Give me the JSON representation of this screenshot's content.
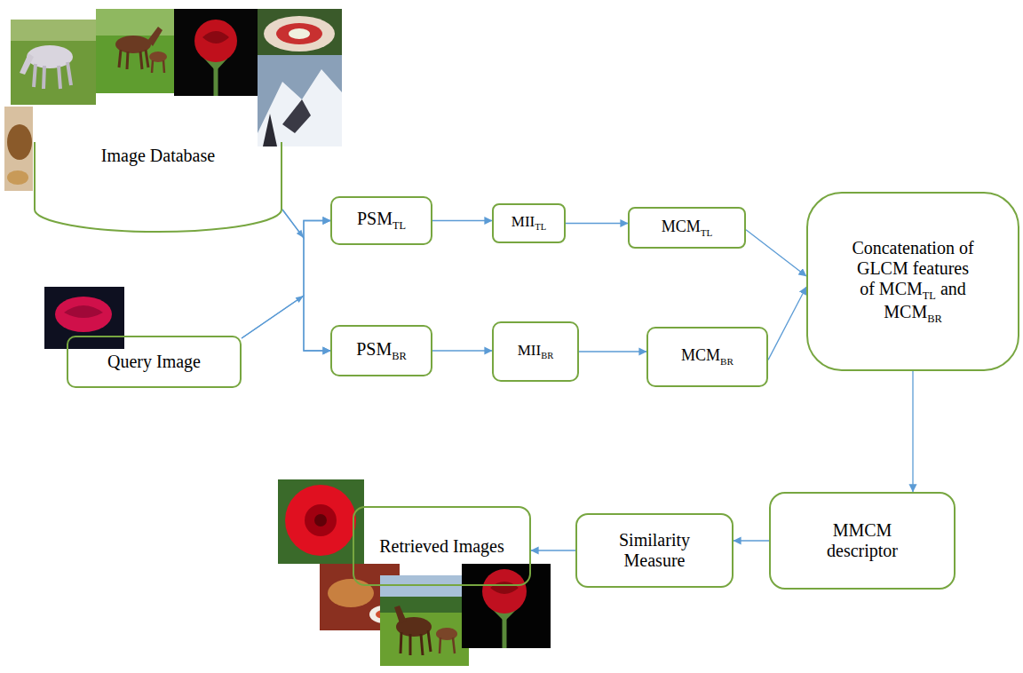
{
  "diagram": {
    "nodes": [
      {
        "text": [
          "Image Database"
        ]
      },
      {
        "text": [
          "PSMTL"
        ]
      },
      {
        "text": [
          "MIITL"
        ]
      },
      {
        "text": [
          "MCMTL"
        ]
      },
      {
        "text": [
          "Concatenation of GLCM features of MCMTL and MCMBR"
        ]
      },
      {
        "text": [
          "Query Image"
        ]
      },
      {
        "text": [
          "PSMBR"
        ]
      },
      {
        "text": [
          "MIIBR"
        ]
      },
      {
        "text": [
          "MCMBR"
        ]
      },
      {
        "text": [
          "MMCM descriptor"
        ]
      },
      {
        "text": [
          "Similarity Measure"
        ]
      },
      {
        "text": [
          "Retrieved Images"
        ]
      }
    ],
    "edges": [
      {
        "from": 0,
        "to": 1,
        "arrow": "to"
      },
      {
        "from": 0,
        "to": 6,
        "arrow": "to"
      },
      {
        "from": 5,
        "to": 1,
        "arrow": "to"
      },
      {
        "from": 5,
        "to": 6,
        "arrow": "to"
      },
      {
        "from": 1,
        "to": 2,
        "arrow": "to"
      },
      {
        "from": 2,
        "to": 3,
        "arrow": "to"
      },
      {
        "from": 3,
        "to": 4,
        "arrow": "to"
      },
      {
        "from": 6,
        "to": 7,
        "arrow": "to"
      },
      {
        "from": 7,
        "to": 8,
        "arrow": "to"
      },
      {
        "from": 8,
        "to": 4,
        "arrow": "to"
      },
      {
        "from": 4,
        "to": 9,
        "arrow": "to"
      },
      {
        "from": 9,
        "to": 10,
        "arrow": "to"
      },
      {
        "from": 10,
        "to": 11,
        "arrow": "to"
      }
    ]
  }
}
